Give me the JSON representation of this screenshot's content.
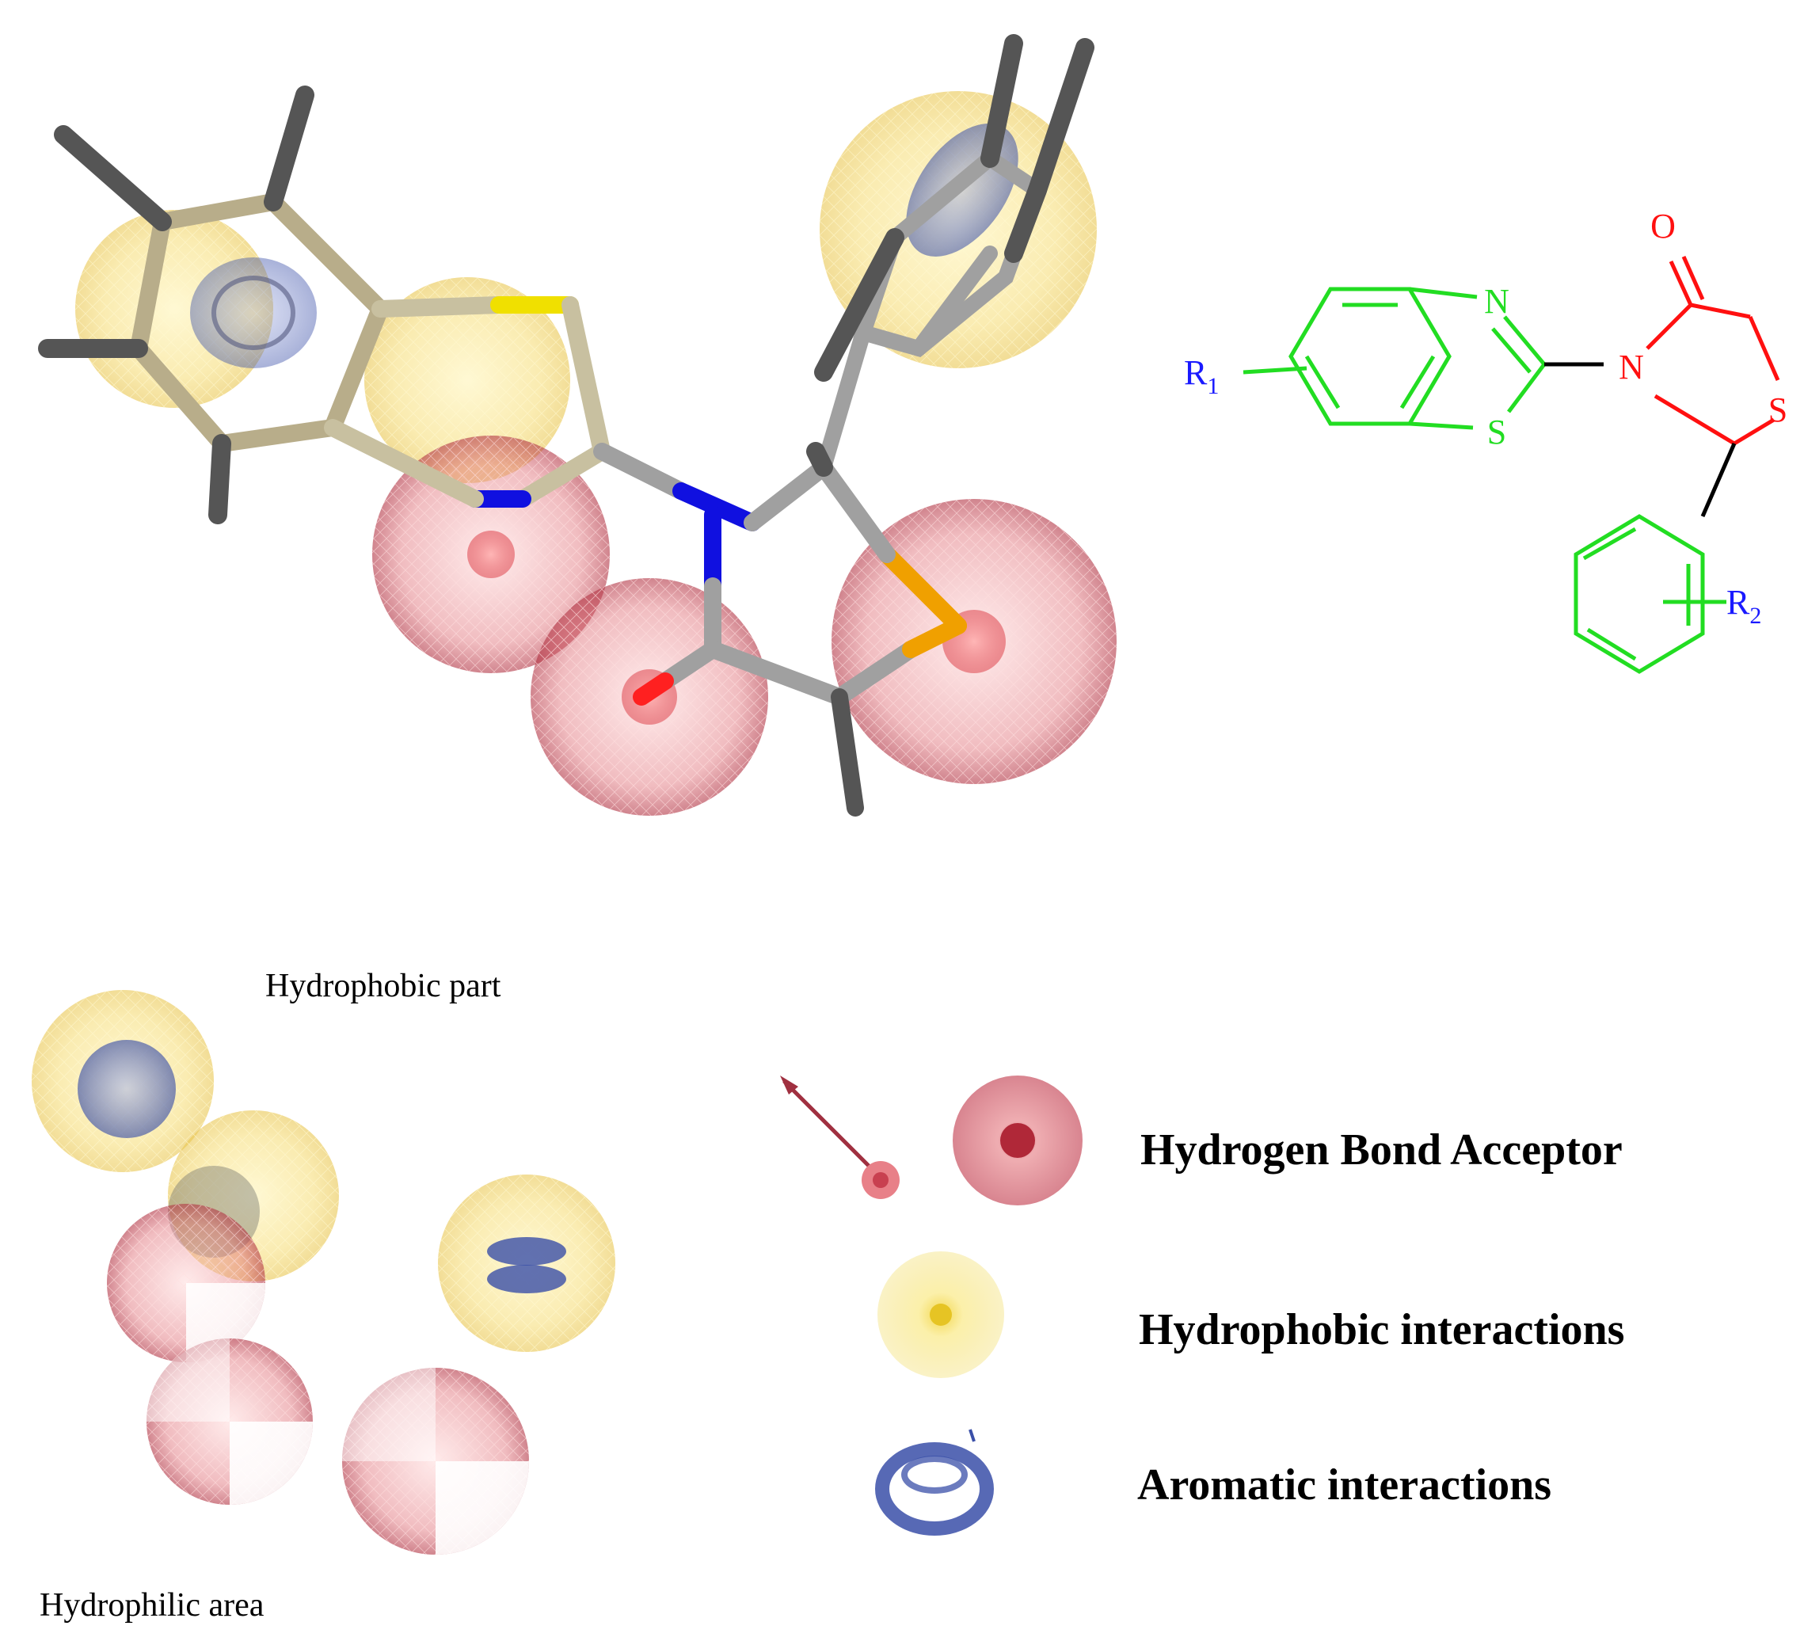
{
  "colors": {
    "hydrophobic": "#f2dc6a",
    "acceptor": "#d8424a",
    "aromatic": "#3a4fa8",
    "bond_grey": "#9e9e9e",
    "hydrogen_grey": "#555555",
    "nitrogen": "#1010e0",
    "sulfur": "#f0e000",
    "oxygen": "#ff2020",
    "structure_green": "#22dd22",
    "structure_red": "#ff1010",
    "structure_blue": "#1a1aff"
  },
  "structure": {
    "N_benzothiazole": "N",
    "S_benzothiazole": "S",
    "N_thiazolidinone": "N",
    "S_thiazolidinone": "S",
    "O_carbonyl": "O",
    "R1": "R",
    "R1_sub": "1",
    "R2": "R",
    "R2_sub": "2"
  },
  "labels": {
    "hydrophobic_part": "Hydrophobic part",
    "hydrophilic_area": "Hydrophilic area"
  },
  "legend": {
    "acceptor": "Hydrogen Bond Acceptor",
    "hydrophobic": "Hydrophobic interactions",
    "aromatic": "Aromatic interactions"
  }
}
